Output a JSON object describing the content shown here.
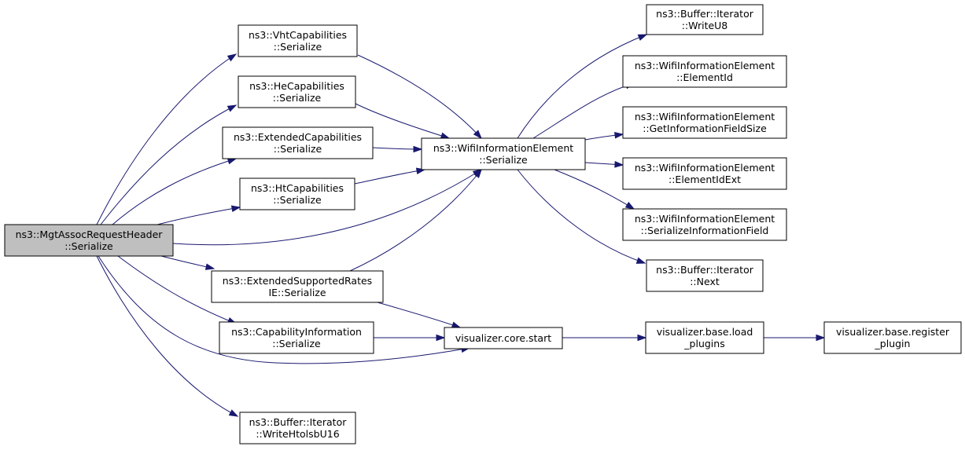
{
  "nodes": {
    "mgt": [
      "ns3::MgtAssocRequestHeader",
      "::Serialize"
    ],
    "vht": [
      "ns3::VhtCapabilities",
      "::Serialize"
    ],
    "he": [
      "ns3::HeCapabilities",
      "::Serialize"
    ],
    "ext": [
      "ns3::ExtendedCapabilities",
      "::Serialize"
    ],
    "ht": [
      "ns3::HtCapabilities",
      "::Serialize"
    ],
    "extsr": [
      "ns3::ExtendedSupportedRates",
      "IE::Serialize"
    ],
    "capinfo": [
      "ns3::CapabilityInformation",
      "::Serialize"
    ],
    "writehtol": [
      "ns3::Buffer::Iterator",
      "::WriteHtolsbU16"
    ],
    "wie": [
      "ns3::WifiInformationElement",
      "::Serialize"
    ],
    "vcs": [
      "visualizer.core.start"
    ],
    "writeu8": [
      "ns3::Buffer::Iterator",
      "::WriteU8"
    ],
    "elemid": [
      "ns3::WifiInformationElement",
      "::ElementId"
    ],
    "getinfo": [
      "ns3::WifiInformationElement",
      "::GetInformationFieldSize"
    ],
    "elemidext": [
      "ns3::WifiInformationElement",
      "::ElementIdExt"
    ],
    "serinfo": [
      "ns3::WifiInformationElement",
      "::SerializeInformationField"
    ],
    "next": [
      "ns3::Buffer::Iterator",
      "::Next"
    ],
    "vbl": [
      "visualizer.base.load",
      "_plugins"
    ],
    "vbr": [
      "visualizer.base.register",
      "_plugin"
    ]
  },
  "edges": [
    [
      "mgt",
      "vht"
    ],
    [
      "mgt",
      "he"
    ],
    [
      "mgt",
      "ext"
    ],
    [
      "mgt",
      "ht"
    ],
    [
      "mgt",
      "wie"
    ],
    [
      "mgt",
      "extsr"
    ],
    [
      "mgt",
      "capinfo"
    ],
    [
      "mgt",
      "vcs"
    ],
    [
      "mgt",
      "writehtol"
    ],
    [
      "vht",
      "wie"
    ],
    [
      "he",
      "wie"
    ],
    [
      "ext",
      "wie"
    ],
    [
      "ht",
      "wie"
    ],
    [
      "extsr",
      "wie"
    ],
    [
      "extsr",
      "vcs"
    ],
    [
      "capinfo",
      "vcs"
    ],
    [
      "wie",
      "writeu8"
    ],
    [
      "wie",
      "elemid"
    ],
    [
      "wie",
      "getinfo"
    ],
    [
      "wie",
      "elemidext"
    ],
    [
      "wie",
      "serinfo"
    ],
    [
      "wie",
      "next"
    ],
    [
      "vcs",
      "vbl"
    ],
    [
      "vbl",
      "vbr"
    ]
  ]
}
